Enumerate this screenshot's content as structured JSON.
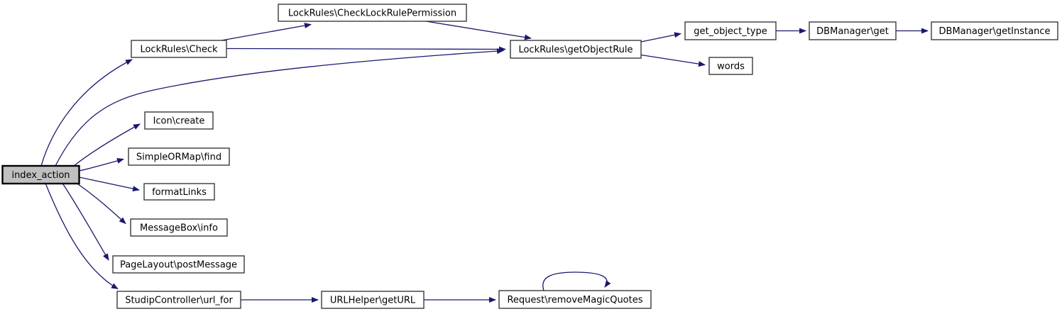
{
  "diagram": {
    "type": "call-graph",
    "focus_node": "index_action",
    "nodes": [
      {
        "id": "index_action",
        "label": "index_action"
      },
      {
        "id": "lockrules-check",
        "label": "LockRules\\Check"
      },
      {
        "id": "lockrules-checklockrulepermission",
        "label": "LockRules\\CheckLockRulePermission"
      },
      {
        "id": "lockrules-getobjectrule",
        "label": "LockRules\\getObjectRule"
      },
      {
        "id": "get-object-type",
        "label": "get_object_type"
      },
      {
        "id": "dbmanager-get",
        "label": "DBManager\\get"
      },
      {
        "id": "dbmanager-getinstance",
        "label": "DBManager\\getInstance"
      },
      {
        "id": "words",
        "label": "words"
      },
      {
        "id": "icon-create",
        "label": "Icon\\create"
      },
      {
        "id": "simpleormap-find",
        "label": "SimpleORMap\\find"
      },
      {
        "id": "formatlinks",
        "label": "formatLinks"
      },
      {
        "id": "messagebox-info",
        "label": "MessageBox\\info"
      },
      {
        "id": "pagelayout-postmessage",
        "label": "PageLayout\\postMessage"
      },
      {
        "id": "studipcontroller-url-for",
        "label": "StudipController\\url_for"
      },
      {
        "id": "urlhelper-geturl",
        "label": "URLHelper\\getURL"
      },
      {
        "id": "request-removemagicquotes",
        "label": "Request\\removeMagicQuotes"
      }
    ],
    "edges": [
      {
        "from": "index_action",
        "to": "lockrules-check"
      },
      {
        "from": "index_action",
        "to": "lockrules-getobjectrule"
      },
      {
        "from": "index_action",
        "to": "icon-create"
      },
      {
        "from": "index_action",
        "to": "simpleormap-find"
      },
      {
        "from": "index_action",
        "to": "formatlinks"
      },
      {
        "from": "index_action",
        "to": "messagebox-info"
      },
      {
        "from": "index_action",
        "to": "pagelayout-postmessage"
      },
      {
        "from": "index_action",
        "to": "studipcontroller-url-for"
      },
      {
        "from": "lockrules-check",
        "to": "lockrules-checklockrulepermission"
      },
      {
        "from": "lockrules-check",
        "to": "lockrules-getobjectrule"
      },
      {
        "from": "lockrules-checklockrulepermission",
        "to": "lockrules-getobjectrule"
      },
      {
        "from": "lockrules-getobjectrule",
        "to": "get-object-type"
      },
      {
        "from": "lockrules-getobjectrule",
        "to": "words"
      },
      {
        "from": "get-object-type",
        "to": "dbmanager-get"
      },
      {
        "from": "dbmanager-get",
        "to": "dbmanager-getinstance"
      },
      {
        "from": "studipcontroller-url-for",
        "to": "urlhelper-geturl"
      },
      {
        "from": "urlhelper-geturl",
        "to": "request-removemagicquotes"
      },
      {
        "from": "request-removemagicquotes",
        "to": "request-removemagicquotes"
      }
    ],
    "colors": {
      "edge": "#191970",
      "node_fill": "#ffffff",
      "node_border": "#3a3a3a",
      "focus_fill": "#c0c0c0",
      "focus_border": "#000000",
      "background": "#ffffff"
    }
  }
}
